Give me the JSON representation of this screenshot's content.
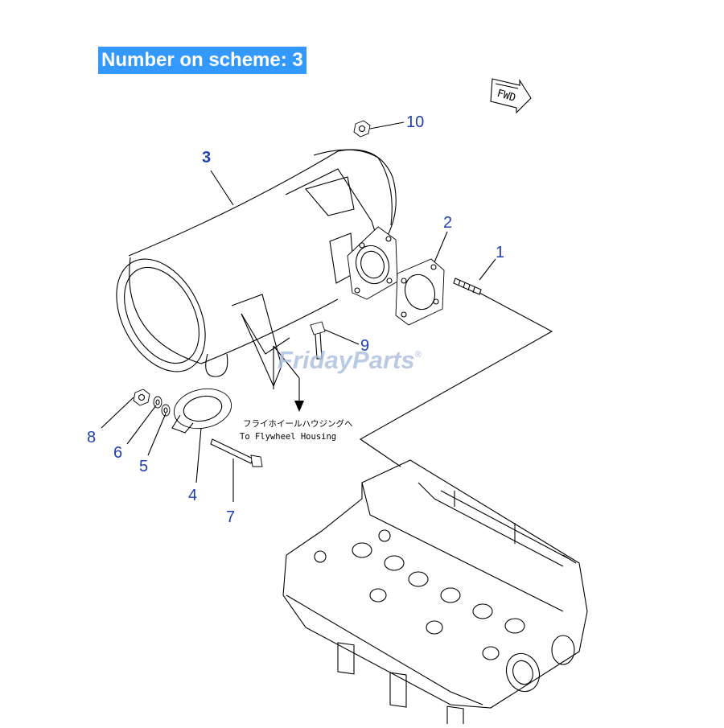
{
  "header": {
    "scheme_label": "Number on scheme: 3"
  },
  "diagram": {
    "fwd_marker": "FWD",
    "watermark": {
      "part1": "Friday",
      "part2": "Parts",
      "mark": "®"
    },
    "note": {
      "japanese": "フライホイールハウジングへ",
      "english": "To Flywheel Housing"
    },
    "callouts": [
      {
        "id": "1",
        "text": "1"
      },
      {
        "id": "2",
        "text": "2"
      },
      {
        "id": "3",
        "text": "3"
      },
      {
        "id": "4",
        "text": "4"
      },
      {
        "id": "5",
        "text": "5"
      },
      {
        "id": "6",
        "text": "6"
      },
      {
        "id": "7",
        "text": "7"
      },
      {
        "id": "8",
        "text": "8"
      },
      {
        "id": "9",
        "text": "9"
      },
      {
        "id": "10",
        "text": "10"
      }
    ]
  }
}
